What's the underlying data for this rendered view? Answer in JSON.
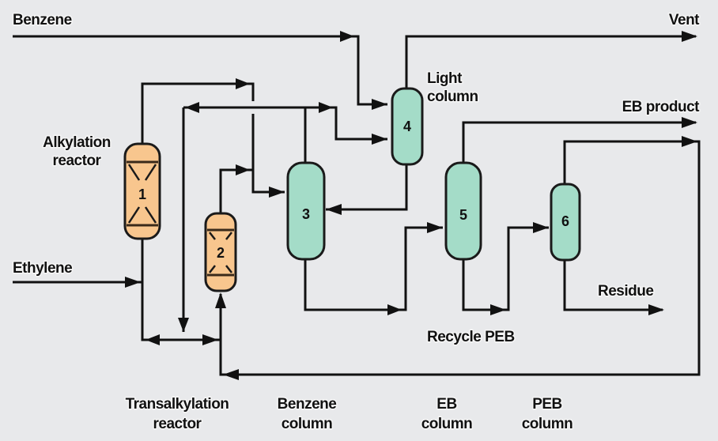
{
  "diagram": {
    "title": "Ethylbenzene process flow",
    "streams": {
      "benzene": "Benzene",
      "ethylene": "Ethylene",
      "vent": "Vent",
      "eb_product": "EB product",
      "residue": "Residue",
      "recycle_peb": "Recycle PEB"
    },
    "units": [
      {
        "id": "1",
        "label_line1": "Alkylation",
        "label_line2": "reactor",
        "type": "reactor"
      },
      {
        "id": "2",
        "label_line1": "Transalkylation",
        "label_line2": "reactor",
        "type": "reactor"
      },
      {
        "id": "3",
        "label_line1": "Benzene",
        "label_line2": "column",
        "type": "column"
      },
      {
        "id": "4",
        "label_line1": "Light",
        "label_line2": "column",
        "type": "column"
      },
      {
        "id": "5",
        "label_line1": "EB",
        "label_line2": "column",
        "type": "column"
      },
      {
        "id": "6",
        "label_line1": "PEB",
        "label_line2": "column",
        "type": "column"
      }
    ],
    "colors": {
      "reactor_fill": "#f8c68e",
      "column_fill": "#a4dcc8",
      "background": "#e8e9eb"
    }
  }
}
